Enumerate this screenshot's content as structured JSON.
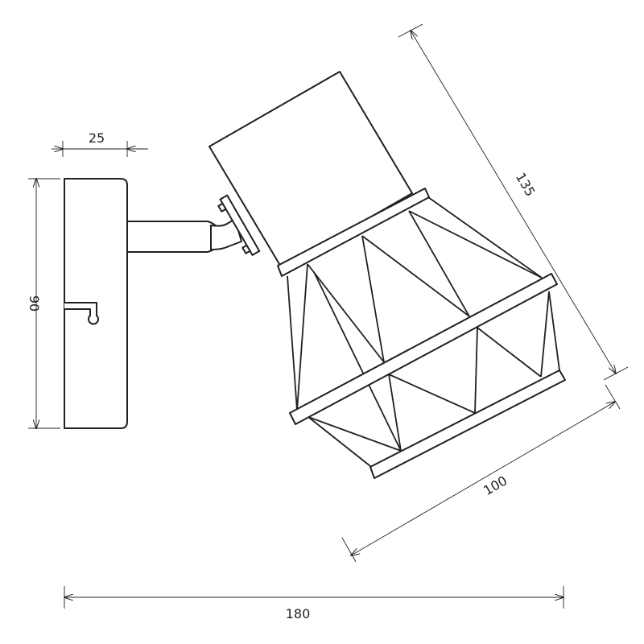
{
  "dimensions": {
    "backplate_depth": "25",
    "backplate_height": "90",
    "total_width": "180",
    "shade_length": "135",
    "shade_diameter": "100"
  },
  "colors": {
    "line": "#231f20",
    "background": "#ffffff"
  }
}
